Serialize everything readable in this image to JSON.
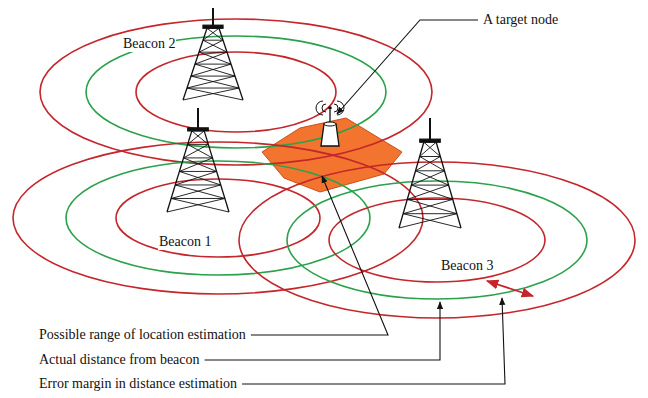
{
  "diagram": {
    "labels": [
      "A target node",
      "Beacon 2",
      "Beacon 1",
      "Beacon 3",
      "Possible range of location estimation",
      "Actual distance from beacon",
      "Error margin in distance estimation"
    ]
  }
}
